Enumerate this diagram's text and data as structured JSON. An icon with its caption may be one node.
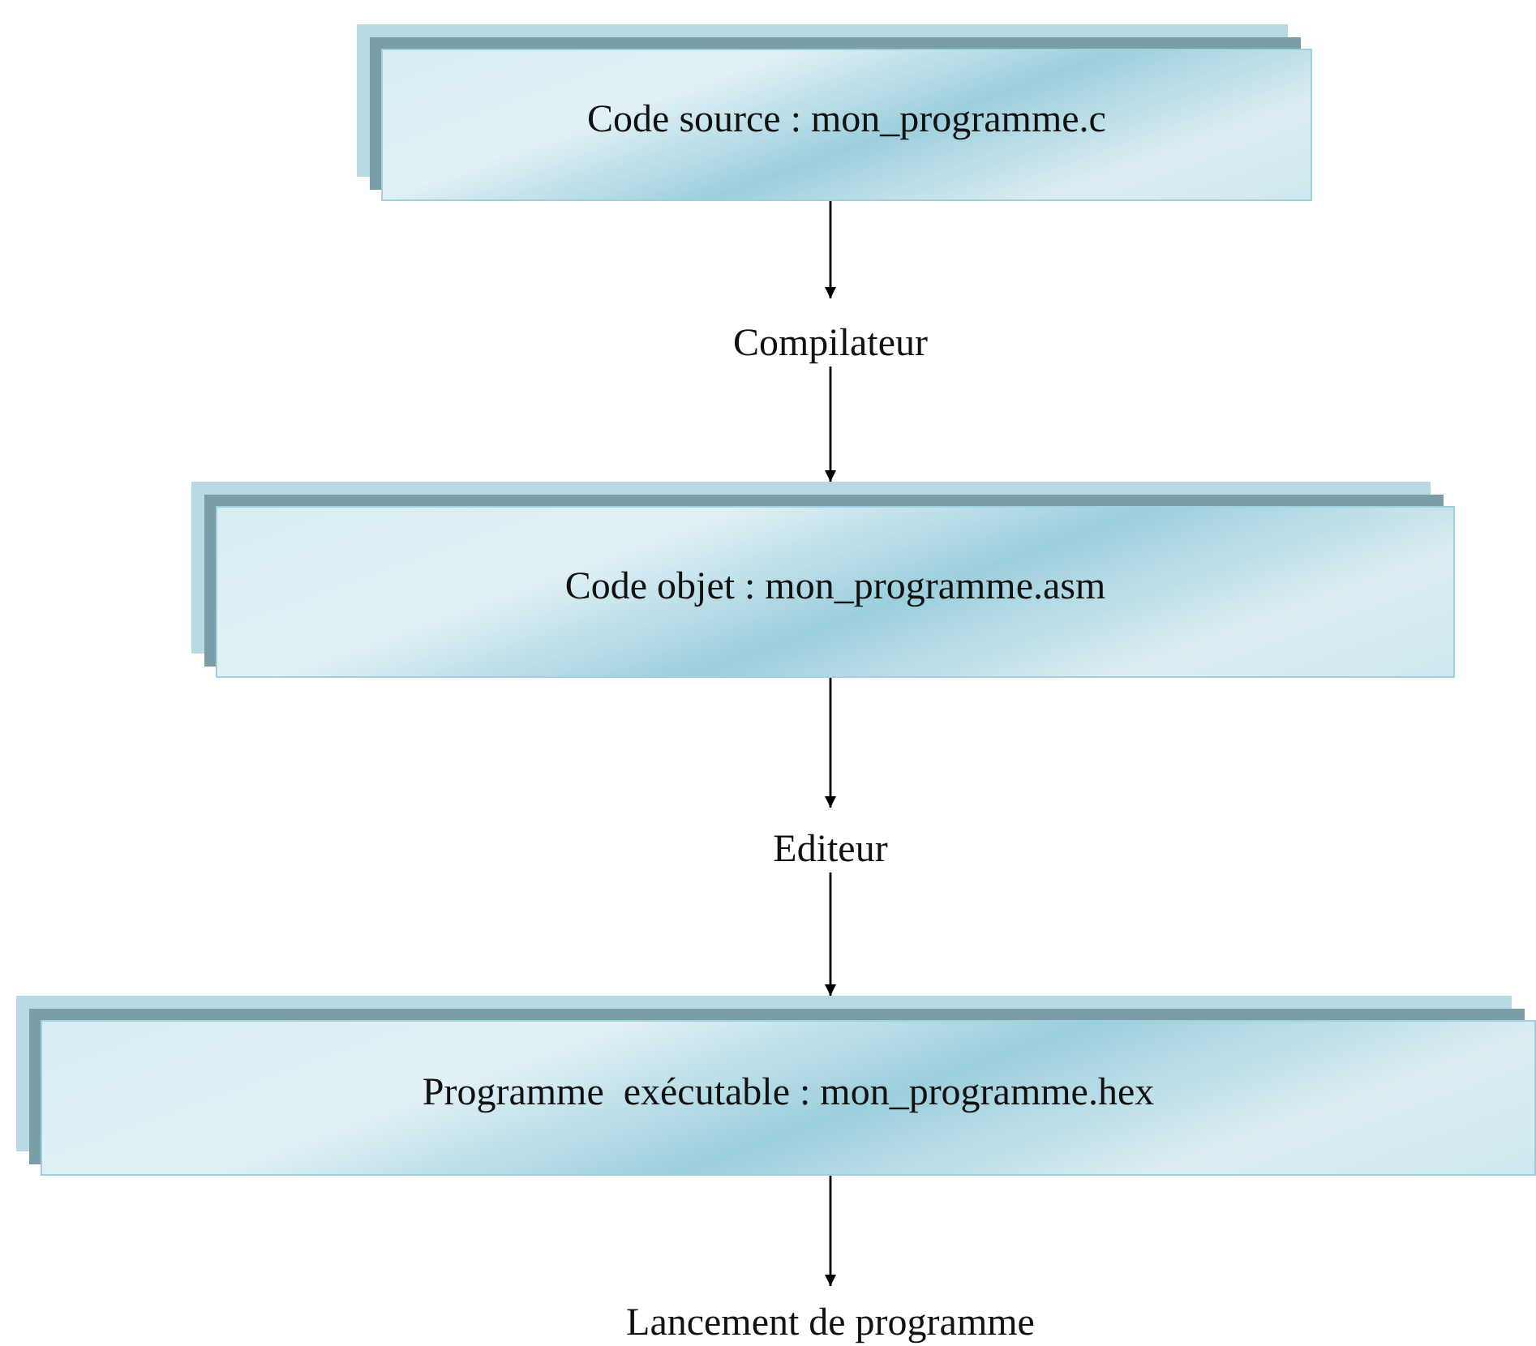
{
  "diagram": {
    "nodes": [
      {
        "text": [
          "Code source : mon_programme.c"
        ]
      },
      {
        "text": [
          "Compilateur"
        ]
      },
      {
        "text": [
          "Code objet : mon_programme.asm"
        ]
      },
      {
        "text": [
          "Editeur"
        ]
      },
      {
        "text": [
          "Programme  exécutable : mon_programme.hex"
        ]
      },
      {
        "text": [
          "Lancement de programme"
        ]
      }
    ],
    "edges": [
      {
        "from": 0,
        "to": 1,
        "arrow": "to"
      },
      {
        "from": 1,
        "to": 2,
        "arrow": "to"
      },
      {
        "from": 2,
        "to": 3,
        "arrow": "to"
      },
      {
        "from": 3,
        "to": 4,
        "arrow": "to"
      },
      {
        "from": 4,
        "to": 5,
        "arrow": "to"
      }
    ]
  }
}
